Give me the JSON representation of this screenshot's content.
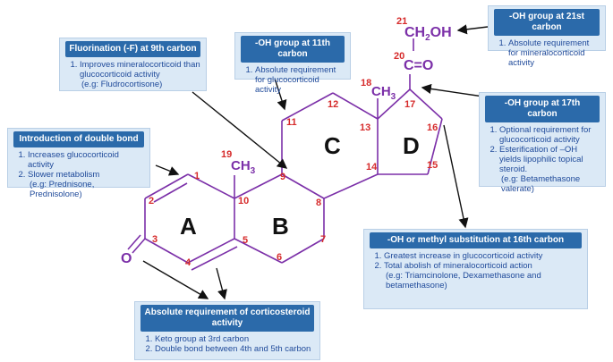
{
  "molecule": {
    "ring_labels": [
      "A",
      "B",
      "C",
      "D"
    ],
    "carbon_numbers": {
      "c1": "1",
      "c2": "2",
      "c3": "3",
      "c4": "4",
      "c5": "5",
      "c6": "6",
      "c7": "7",
      "c8": "8",
      "c9": "9",
      "c10": "10",
      "c11": "11",
      "c12": "12",
      "c13": "13",
      "c14": "14",
      "c15": "15",
      "c16": "16",
      "c17": "17",
      "c18": "18",
      "c19": "19",
      "c20": "20",
      "c21": "21"
    },
    "groups": {
      "ch3_19": "CH",
      "ch3_19_sub": "3",
      "ch3_18": "CH",
      "ch3_18_sub": "3",
      "ketone_o": "O",
      "c20_group": "C=O",
      "c21_group": "CH",
      "c21_sub": "2",
      "c21_oh": "OH"
    },
    "colors": {
      "bond": "#7b2fa8",
      "number": "#d62b2b",
      "group": "#7b2fa8",
      "ring": "#111111",
      "arrow": "#111111"
    }
  },
  "boxes": {
    "double_bond": {
      "title": "Introduction of double bond",
      "items": [
        "Increases glucocorticoid activity",
        "Slower metabolism"
      ],
      "example": "(e.g: Prednisone, Prednisolone)"
    },
    "fluorination": {
      "title": "Fluorination (-F) at 9th carbon",
      "items": [
        "Improves mineralocorticoid than glucocorticoid activity"
      ],
      "example": "(e.g: Fludrocortisone)"
    },
    "oh11": {
      "title": "-OH group at 11th carbon",
      "items": [
        "Absolute requirement for glucocorticoid activity"
      ]
    },
    "oh21": {
      "title": "-OH group at 21st carbon",
      "items": [
        "Absolute requirement for mineralocorticoid activity"
      ]
    },
    "oh17": {
      "title": "-OH group at 17th carbon",
      "items": [
        "Optional requirement for glucocorticoid activity",
        "Esterification of –OH yields lipophilic topical steroid."
      ],
      "example": "(e.g: Betamethasone valerate)"
    },
    "c16": {
      "title": "-OH or methyl substitution at 16th carbon",
      "items": [
        "Greatest increase in glucocorticoid activity",
        "Total abolish of mineralocorticoid action"
      ],
      "example": "(e.g: Triamcinolone, Dexamethasone and betamethasone)"
    },
    "absolute": {
      "title": "Absolute requirement of corticosteroid activity",
      "items": [
        "Keto group at 3rd carbon",
        "Double bond between 4th and 5th carbon"
      ]
    }
  }
}
